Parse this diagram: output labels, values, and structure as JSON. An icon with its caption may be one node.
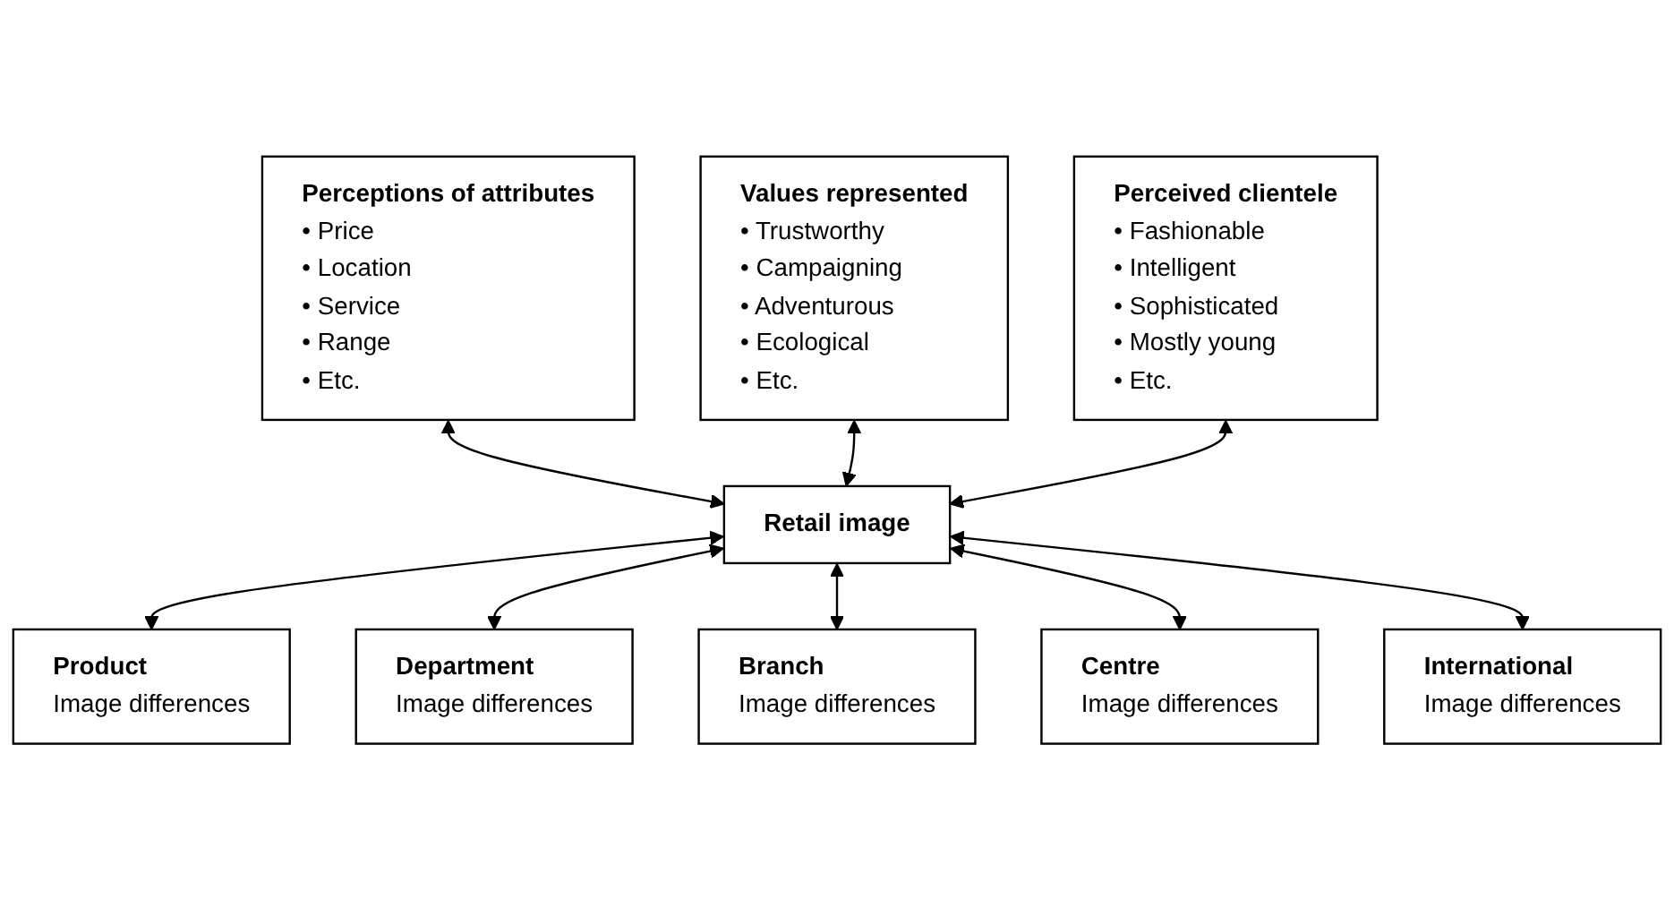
{
  "diagram": {
    "nodes": [
      {
        "text": [
          "Perceptions of attributes",
          "• Price",
          "• Location",
          "• Service",
          "• Range",
          "• Etc."
        ]
      },
      {
        "text": [
          "Values represented",
          "• Trustworthy",
          "• Campaigning",
          "• Adventurous",
          "• Ecological",
          "• Etc."
        ]
      },
      {
        "text": [
          "Perceived clientele",
          "• Fashionable",
          "• Intelligent",
          "• Sophisticated",
          "• Mostly young",
          "• Etc."
        ]
      },
      {
        "text": [
          "Retail image"
        ]
      },
      {
        "text": [
          "Product",
          "Image differences"
        ]
      },
      {
        "text": [
          "Department",
          "Image differences"
        ]
      },
      {
        "text": [
          "Branch",
          "Image differences"
        ]
      },
      {
        "text": [
          "Centre",
          "Image differences"
        ]
      },
      {
        "text": [
          "International",
          "Image differences"
        ]
      }
    ],
    "edges": [
      {
        "from": 0,
        "to": 3,
        "arrow": "both"
      },
      {
        "from": 1,
        "to": 3,
        "arrow": "both"
      },
      {
        "from": 2,
        "to": 3,
        "arrow": "both"
      },
      {
        "from": 3,
        "to": 4,
        "arrow": "both"
      },
      {
        "from": 3,
        "to": 5,
        "arrow": "both"
      },
      {
        "from": 3,
        "to": 6,
        "arrow": "both"
      },
      {
        "from": 3,
        "to": 7,
        "arrow": "both"
      },
      {
        "from": 3,
        "to": 8,
        "arrow": "both"
      }
    ]
  }
}
